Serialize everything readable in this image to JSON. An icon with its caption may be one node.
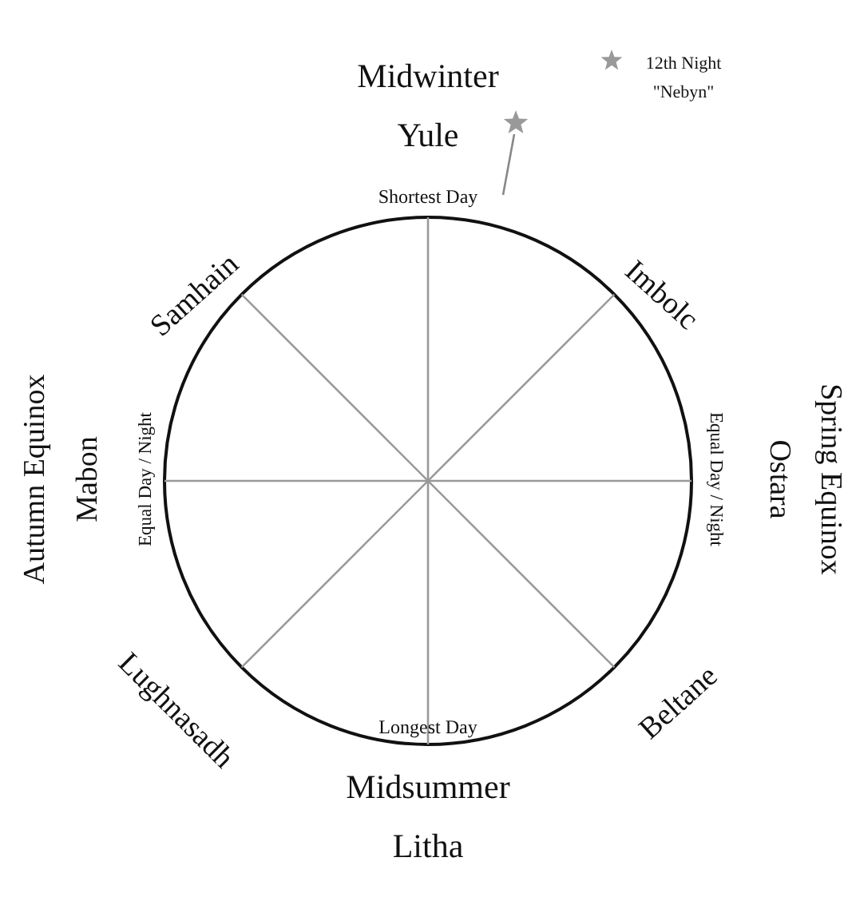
{
  "diagram": {
    "labels": [
      "Midwinter",
      "Yule",
      "Shortest Day",
      "Samhain",
      "Imbolc",
      "Autumn Equinox",
      "Mabon",
      "Equal Day / Night",
      "Equal Day / Night",
      "Spring Equinox",
      "Ostara",
      "Lughnasadh",
      "Beltane",
      "Longest Day",
      "Midsummer",
      "Litha"
    ],
    "legend": [
      {
        "text": "12th Night \"Nebyn\""
      }
    ]
  }
}
